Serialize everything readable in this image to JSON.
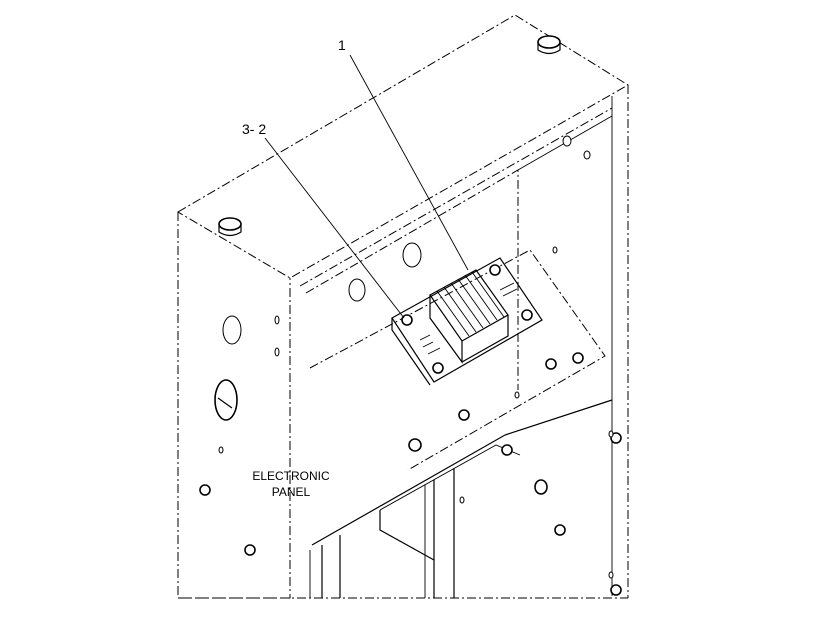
{
  "callouts": [
    {
      "label": "1"
    },
    {
      "label": "3- 2"
    }
  ],
  "panel_label": {
    "line1": "ELECTRONIC",
    "line2": "PANEL"
  }
}
